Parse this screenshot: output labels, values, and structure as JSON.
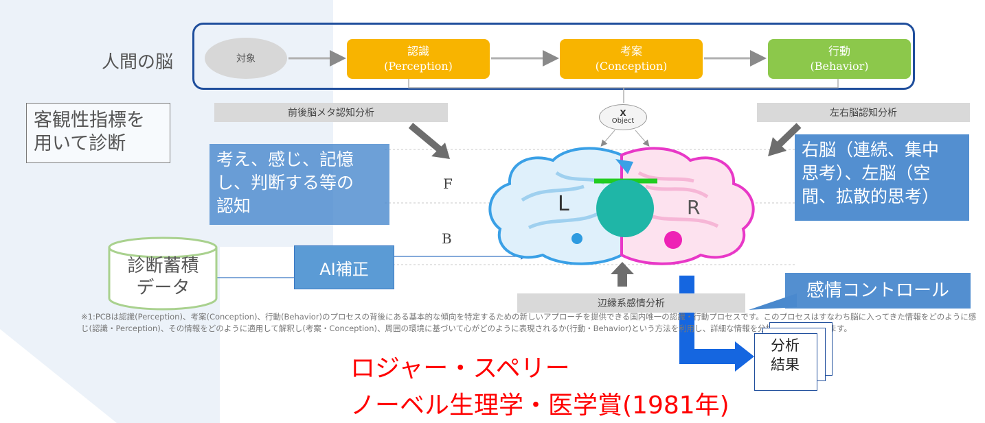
{
  "brain_label": "人間の脳",
  "object_label": "対象",
  "process": {
    "perception": {
      "title": "認識",
      "sub": "(Perception)"
    },
    "conception": {
      "title": "考案",
      "sub": "(Conception)"
    },
    "behavior": {
      "title": "行動",
      "sub": "(Behavior)"
    }
  },
  "analysis": {
    "front_back": "前後脳メタ認知分析",
    "left_right": "左右脳認知分析",
    "limbic": "辺縁系感情分析"
  },
  "object_node": {
    "x": "X",
    "label": "Object"
  },
  "brain": {
    "left": "L",
    "right": "R",
    "front": "F",
    "back": "B"
  },
  "notes": {
    "objective_lines": [
      "客観性指標を",
      "用いて診断"
    ],
    "cognition_lines": [
      "考え、感じ、記憶",
      "し、判断する等の",
      "認知"
    ],
    "hemisphere_lines": [
      "右脳（連続、集中",
      "思考）、左脳（空",
      "間、拡散的思考）"
    ],
    "emotion_control": "感情コントロール"
  },
  "storage": {
    "line1": "診断蓄積",
    "line2": "データ"
  },
  "ai_correction": "AI補正",
  "footnote": "※1:PCBは認識(Perception)、考案(Conception)、行動(Behavior)のプロセスの背後にある基本的な傾向を特定するための新しいアプローチを提供できる国内唯一の認識・行動プロセスです。このプロセスはすなわち脳に入ってきた情報をどのように感じ(認識・Perception)、その情報をどのように適用して解釈し(考案・Conception)、周囲の環境に基づいて心がどのように表現されるか(行動・Behavior)という方法を利用し、詳細な情報を分析することができます。",
  "result": {
    "line1": "分析",
    "line2": "結果"
  },
  "sperry": {
    "line1": "ロジャー・スペリー",
    "line2": "ノーベル生理学・医学賞(1981年)"
  },
  "colors": {
    "frame": "#1f4e9c",
    "orange": "#f8b400",
    "green": "#8cc84b",
    "note_blue": "#4a89cd",
    "red": "#ff0000"
  }
}
